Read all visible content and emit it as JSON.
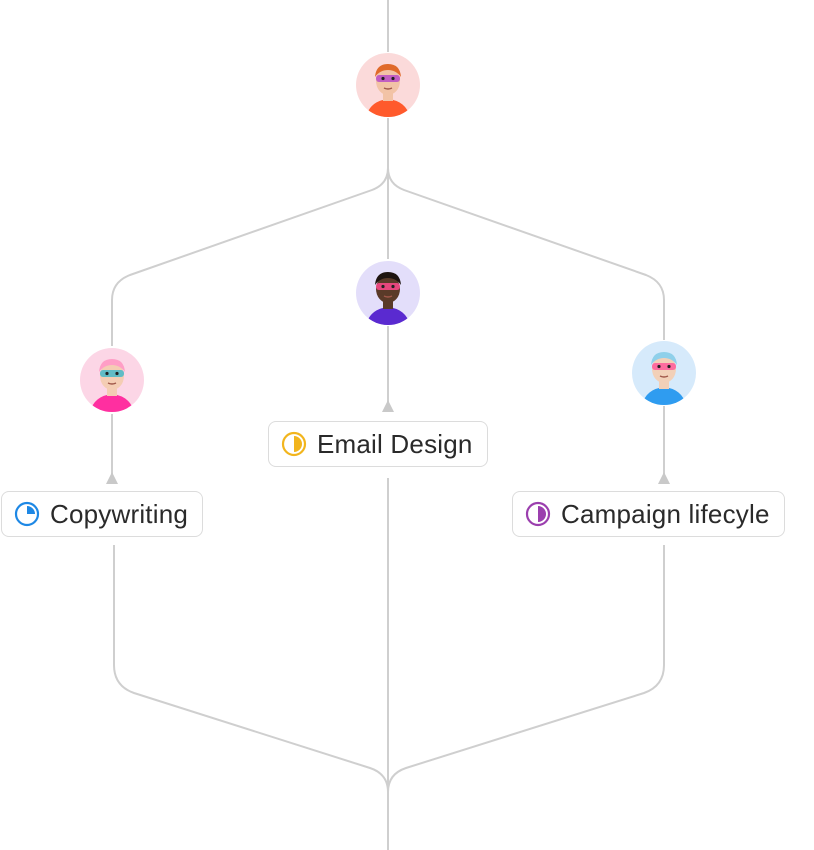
{
  "flow": {
    "owner": {
      "name": "owner-avatar",
      "bg": "#fbdada",
      "shirt": "#ff5a2c",
      "skin": "#f2c3a6",
      "hair": "#e06a2a",
      "mask": "#b84cc7"
    },
    "reviewers": {
      "left": {
        "name": "reviewer-avatar-copywriting",
        "bg": "#fcd6e6",
        "shirt": "#ff2fa0",
        "skin": "#f4cdb4",
        "hair": "#ff9ec6",
        "mask": "#46b8c9"
      },
      "center": {
        "name": "reviewer-avatar-email-design",
        "bg": "#e3defa",
        "shirt": "#5a2ad0",
        "skin": "#5a3a28",
        "hair": "#1e1410",
        "mask": "#ff4a8c"
      },
      "right": {
        "name": "reviewer-avatar-campaign",
        "bg": "#d6eafb",
        "shirt": "#2f9cf0",
        "skin": "#f2d0b8",
        "hair": "#8fd0ea",
        "mask": "#ff5a9a"
      }
    },
    "tasks": [
      {
        "id": "copywriting",
        "label": "Copywriting",
        "icon": "progress-quarter-icon",
        "color": "#1e88e5",
        "progress": 0.25
      },
      {
        "id": "email-design",
        "label": "Email Design",
        "icon": "progress-half-icon",
        "color": "#f2b51d",
        "progress": 0.5
      },
      {
        "id": "campaign",
        "label": "Campaign lifecyle",
        "icon": "progress-half-icon",
        "color": "#9b3fae",
        "progress": 0.5
      }
    ],
    "line_color": "#cfcfcf"
  }
}
